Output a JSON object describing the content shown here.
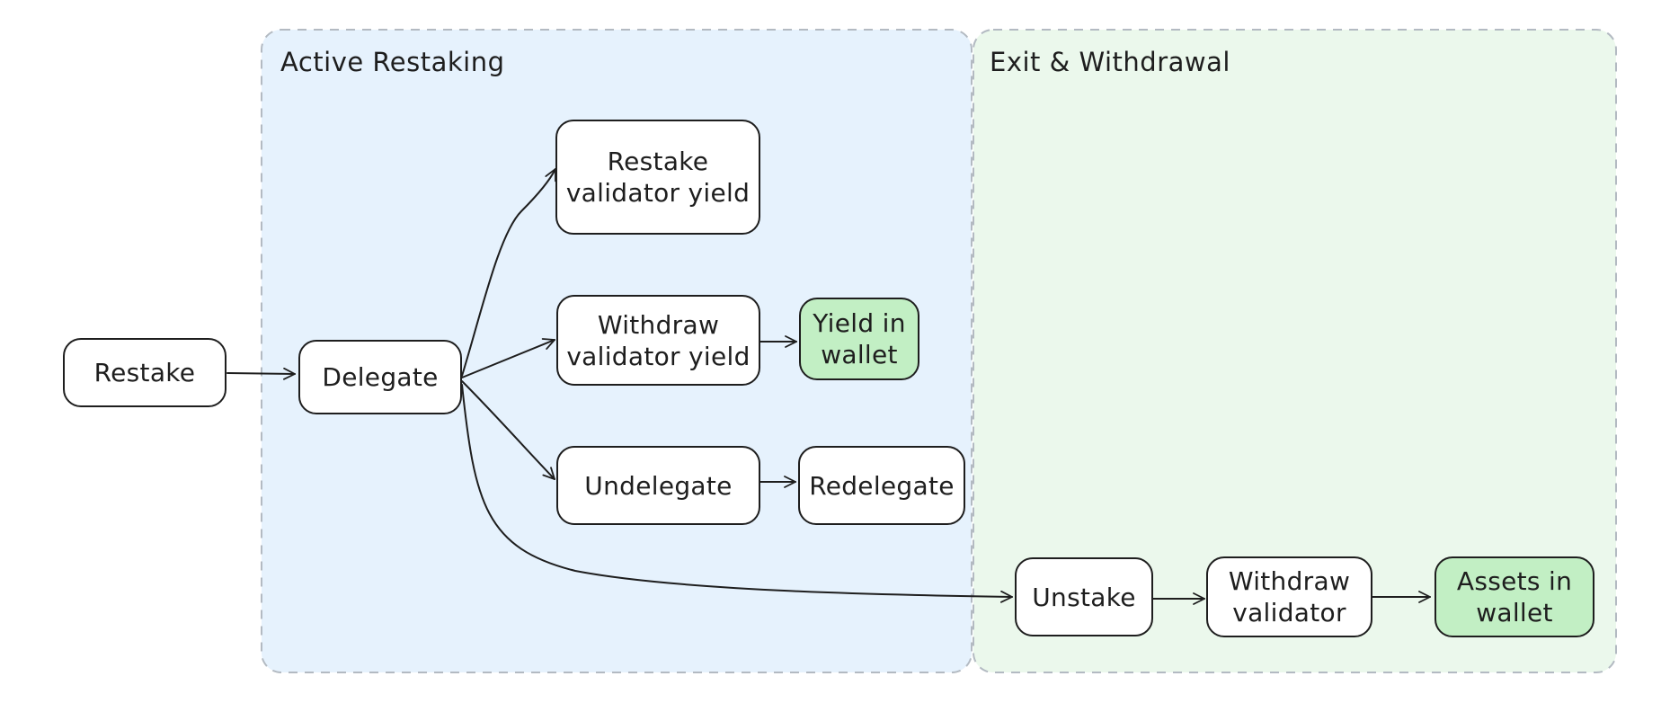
{
  "colors": {
    "active_group_fill": "#e6f2fd",
    "exit_group_fill": "#ebf8ec",
    "group_border": "#b3bac2",
    "node_border": "#1e1e1e",
    "node_fill": "#ffffff",
    "highlight_fill": "#c2efc4",
    "edge": "#1e1e1e"
  },
  "groups": {
    "active": {
      "title": "Active Restaking"
    },
    "exit": {
      "title": "Exit & Withdrawal"
    }
  },
  "nodes": {
    "restake": "Restake",
    "delegate": "Delegate",
    "restake_yield": "Restake\nvalidator yield",
    "withdraw_yield": "Withdraw\nvalidator yield",
    "yield_wallet": "Yield in\nwallet",
    "undelegate": "Undelegate",
    "redelegate": "Redelegate",
    "unstake": "Unstake",
    "withdraw_validator": "Withdraw\nvalidator",
    "assets_wallet": "Assets in\nwallet"
  },
  "edges": [
    {
      "from": "restake",
      "to": "delegate"
    },
    {
      "from": "delegate",
      "to": "restake_yield"
    },
    {
      "from": "delegate",
      "to": "withdraw_yield"
    },
    {
      "from": "delegate",
      "to": "undelegate"
    },
    {
      "from": "delegate",
      "to": "unstake"
    },
    {
      "from": "withdraw_yield",
      "to": "yield_wallet"
    },
    {
      "from": "undelegate",
      "to": "redelegate"
    },
    {
      "from": "unstake",
      "to": "withdraw_validator"
    },
    {
      "from": "withdraw_validator",
      "to": "assets_wallet"
    }
  ]
}
